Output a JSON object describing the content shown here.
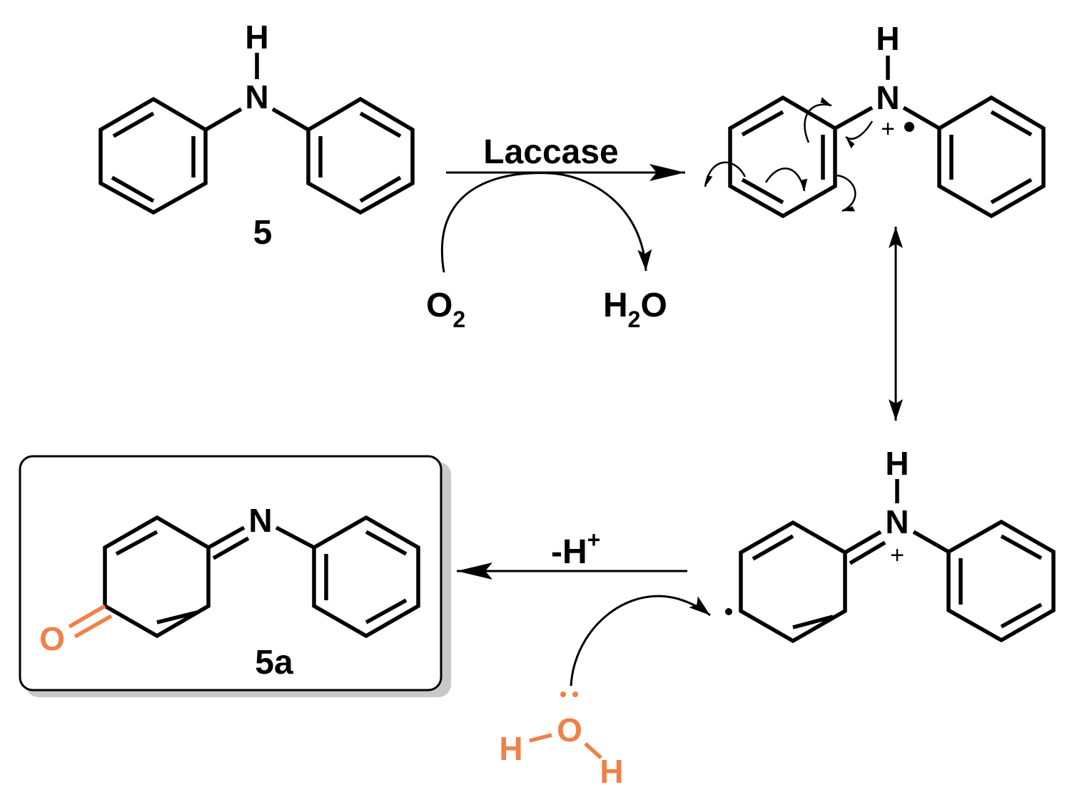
{
  "compounds": {
    "reactant": {
      "label": "5",
      "atoms": {
        "N": "N",
        "H": "H"
      }
    },
    "radical_cation_1": {
      "atoms": {
        "N": "N",
        "H": "H"
      },
      "charge": "+"
    },
    "radical_cation_2": {
      "atoms": {
        "N": "N",
        "H": "H"
      },
      "charge": "+"
    },
    "product": {
      "label": "5a",
      "atoms": {
        "N": "N",
        "O": "O"
      }
    }
  },
  "reagents": {
    "enzyme": "Laccase",
    "oxidant": {
      "main": "O",
      "sub": "2"
    },
    "byproduct": {
      "H": "H",
      "sub": "2",
      "O": "O"
    },
    "deprotonation": {
      "main": "-H",
      "sup": "+"
    },
    "water": {
      "O": "O",
      "H_left": "H",
      "H_right": "H"
    }
  },
  "colors": {
    "highlight": "#f0804a",
    "ink": "#000000",
    "shadow": "#c8c8c8"
  }
}
